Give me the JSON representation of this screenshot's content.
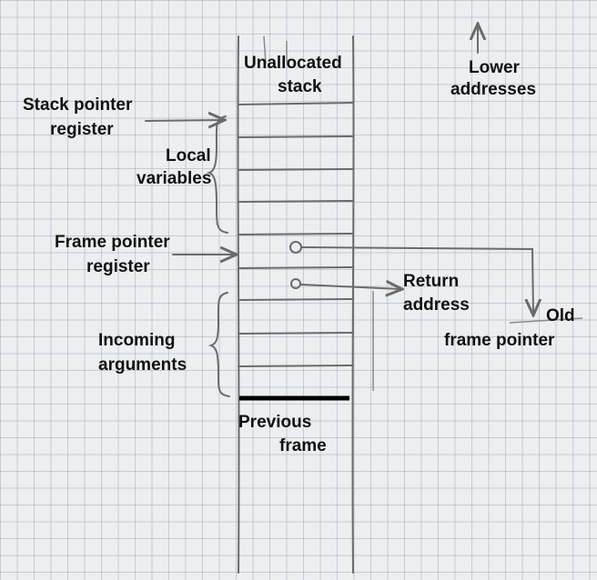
{
  "diagram": {
    "title": "Stack frame layout",
    "labels": {
      "unallocated_1": "Unallocated",
      "unallocated_2": "stack",
      "lower_1": "Lower",
      "lower_2": "addresses",
      "sp_1": "Stack pointer",
      "sp_2": "register",
      "locals_1": "Local",
      "locals_2": "variables",
      "fp_1": "Frame pointer",
      "fp_2": "register",
      "ret_1": "Return",
      "ret_2": "address",
      "oldfp_1": "Old",
      "oldfp_2": "frame pointer",
      "args_1": "Incoming",
      "args_2": "arguments",
      "prev_1": "Previous",
      "prev_2": "frame"
    },
    "colors": {
      "ink": "#111111",
      "pencil": "#6b6b6b",
      "grid": "#6e8cbe"
    }
  }
}
